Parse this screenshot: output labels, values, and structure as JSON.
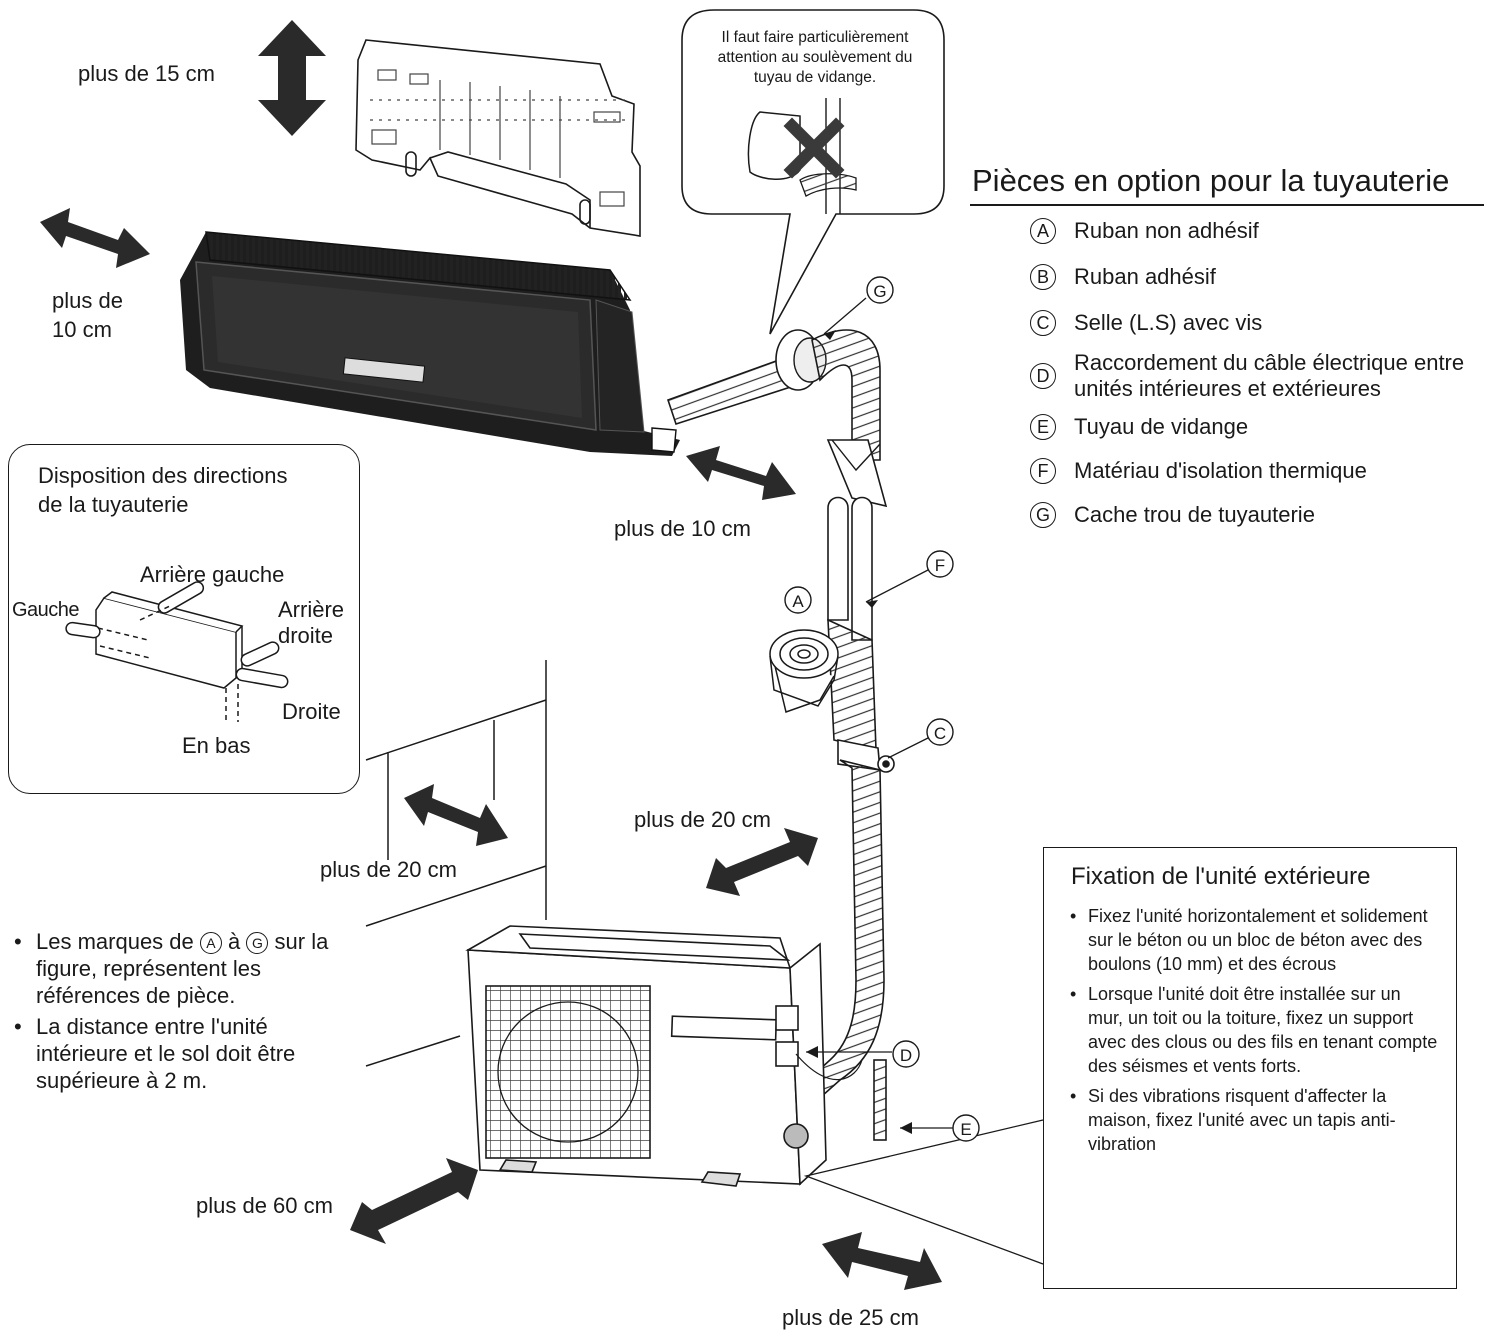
{
  "callout": {
    "lines": [
      "Il faut faire particulièrement",
      "attention au soulèvement du",
      "tuyau de vidange."
    ]
  },
  "clearances": {
    "top": "plus de 15 cm",
    "left_line1": "plus de",
    "left_line2": "10 cm",
    "right": "plus de 10 cm",
    "outdoor_back": "plus de 20 cm",
    "outdoor_side": "plus de 20 cm",
    "outdoor_front": "plus de 60 cm",
    "outdoor_right": "plus de 25 cm"
  },
  "parts": {
    "title": "Pièces en option pour la tuyauterie",
    "items": [
      {
        "mark": "A",
        "label": "Ruban non adhésif"
      },
      {
        "mark": "B",
        "label": "Ruban adhésif"
      },
      {
        "mark": "C",
        "label": "Selle (L.S) avec vis"
      },
      {
        "mark": "D",
        "label": "Raccordement du câble électrique entre unités intérieures et extérieures"
      },
      {
        "mark": "E",
        "label": "Tuyau de vidange"
      },
      {
        "mark": "F",
        "label": "Matériau d'isolation thermique"
      },
      {
        "mark": "G",
        "label": "Cache trou de tuyauterie"
      }
    ]
  },
  "directions": {
    "title_line1": "Disposition des directions",
    "title_line2": "de la tuyauterie",
    "rear_left": "Arrière gauche",
    "left": "Gauche",
    "rear_right_line1": "Arrière",
    "rear_right_line2": "droite",
    "right": "Droite",
    "bottom": "En bas"
  },
  "fixation": {
    "title": "Fixation de l'unité extérieure",
    "items": [
      "Fixez l'unité horizontalement et solidement sur le béton ou un bloc de béton avec des boulons (10 mm) et des écrous",
      "Lorsque l'unité doit être installée sur un mur, un toit ou la toiture, fixez un support avec des clous ou des fils en tenant compte des séismes et vents forts.",
      "Si des vibrations risquent d'affecter la maison, fixez l'unité avec un tapis anti-vibration"
    ]
  },
  "notes": {
    "note1_prefix": "Les marques de",
    "note1_from": "A",
    "note1_mid": "à",
    "note1_to": "G",
    "note1_suffix": "sur la figure, représentent les références de pièce.",
    "note2": "La distance entre l'unité intérieure et le sol doit être supérieure à 2 m."
  },
  "markers": {
    "A": "A",
    "C": "C",
    "D": "D",
    "E": "E",
    "F": "F",
    "G": "G"
  }
}
